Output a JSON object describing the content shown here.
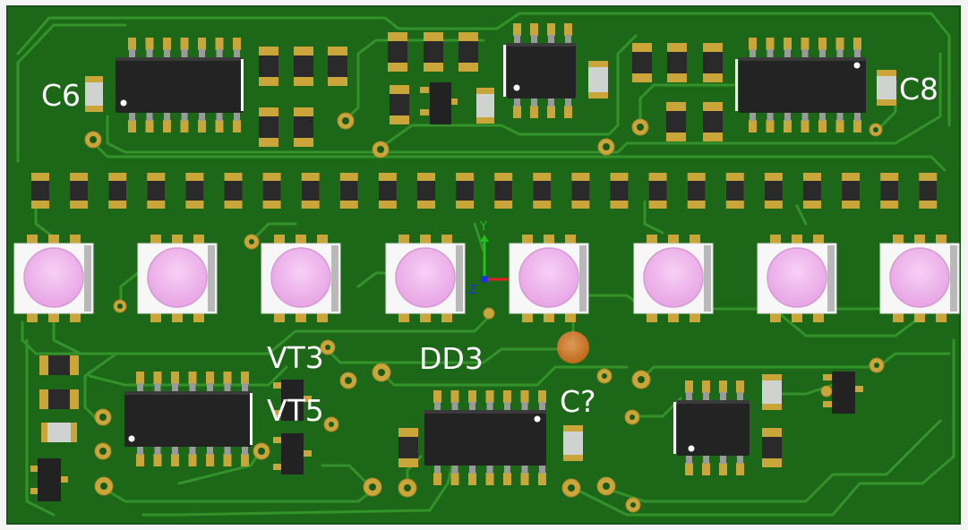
{
  "board": {
    "designators": {
      "c6": "C6",
      "c8": "C8",
      "vt3": "VT3",
      "vt5": "VT5",
      "dd3": "DD3",
      "c7": "C?"
    },
    "colors": {
      "substrate": "#1f6b1a",
      "copper_trace": "#2f8a22",
      "pad": "#c9a53a",
      "silkscreen": "#ffffff",
      "ic_body": "#232323",
      "led_lens": "#f0b6ee",
      "led_body": "#f7f7f7"
    }
  },
  "triad": {
    "y": "Y",
    "z": "Z",
    "colors": {
      "x": "#e02020",
      "y": "#20c020",
      "z": "#2030e0"
    }
  }
}
